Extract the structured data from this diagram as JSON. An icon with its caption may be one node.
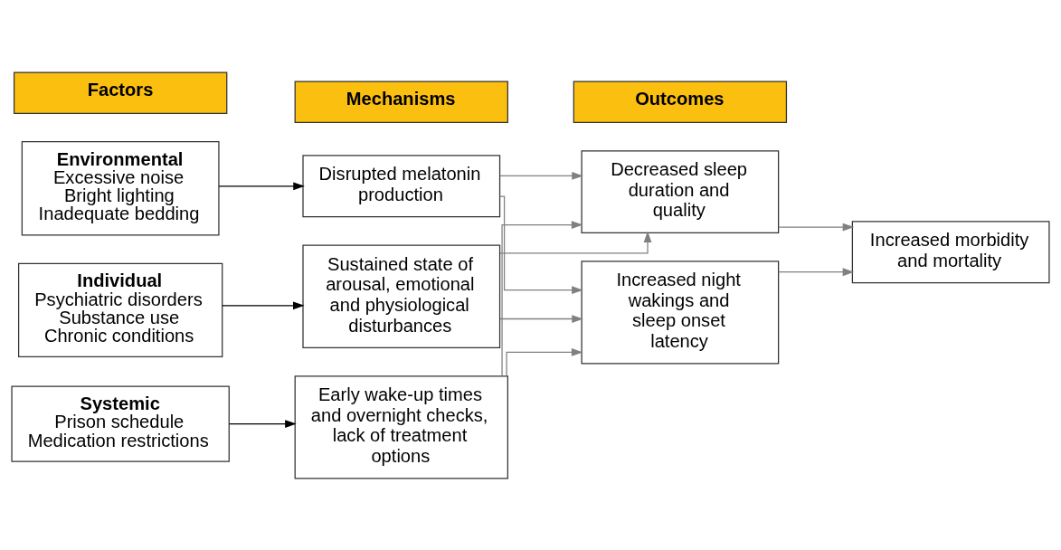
{
  "diagram": {
    "nodes": [
      {
        "text": [
          "Factors"
        ]
      },
      {
        "text": [
          "Mechanisms"
        ]
      },
      {
        "text": [
          "Outcomes"
        ]
      },
      {
        "text": [
          "Environmental",
          "Excessive noise",
          "Bright lighting",
          "Inadequate bedding"
        ]
      },
      {
        "text": [
          "Disrupted melatonin production"
        ]
      },
      {
        "text": [
          "Individual",
          "Psychiatric disorders",
          "Substance use",
          "Chronic conditions"
        ]
      },
      {
        "text": [
          "Sustained state of arousal, emotional and physiological disturbances"
        ]
      },
      {
        "text": [
          "Systemic",
          "Prison schedule",
          "Medication restrictions"
        ]
      },
      {
        "text": [
          "Early wake-up times and overnight checks, lack of treatment options"
        ]
      },
      {
        "text": [
          "Decreased sleep duration and quality"
        ]
      },
      {
        "text": [
          "Increased night wakings and sleep onset latency"
        ]
      },
      {
        "text": [
          "Increased morbidity and mortality"
        ]
      }
    ],
    "edges": [
      {
        "from": 3,
        "to": 4,
        "arrow": "to",
        "color": "#000000"
      },
      {
        "from": 5,
        "to": 6,
        "arrow": "to",
        "color": "#000000"
      },
      {
        "from": 7,
        "to": 8,
        "arrow": "to",
        "color": "#000000"
      },
      {
        "from": 4,
        "to": 9,
        "arrow": "to"
      },
      {
        "from": 6,
        "to": 9,
        "arrow": "to"
      },
      {
        "from": 8,
        "to": 9,
        "arrow": "to"
      },
      {
        "from": 4,
        "to": 10,
        "arrow": "to"
      },
      {
        "from": 6,
        "to": 10,
        "arrow": "to"
      },
      {
        "from": 8,
        "to": 10,
        "arrow": "to"
      },
      {
        "from": 9,
        "to": 11,
        "arrow": "to"
      },
      {
        "from": 10,
        "to": 11,
        "arrow": "to"
      }
    ]
  }
}
